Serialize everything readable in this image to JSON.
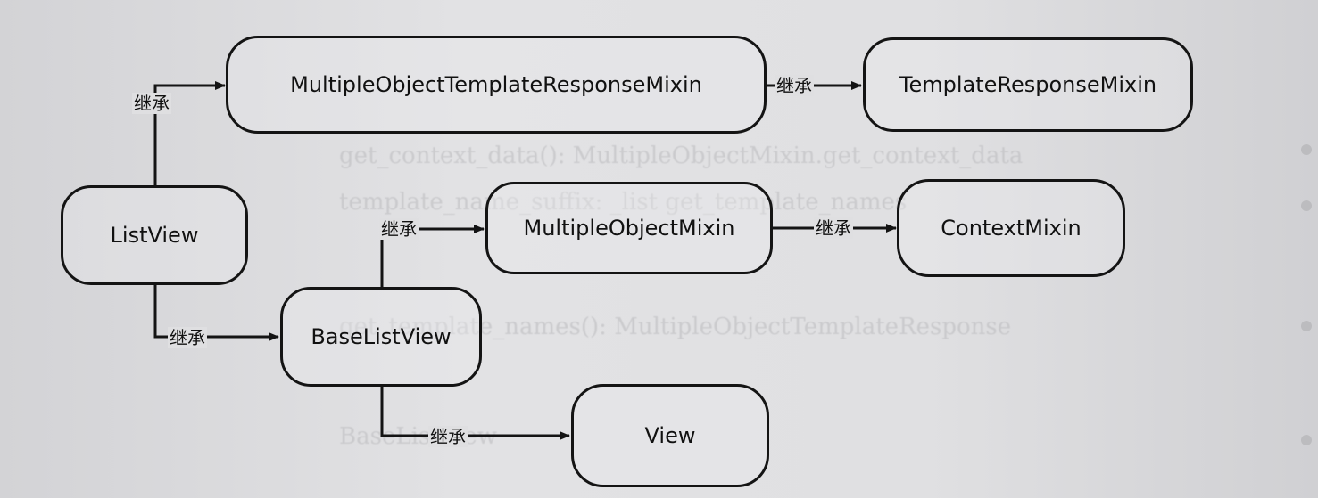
{
  "nodes": {
    "list_view": "ListView",
    "multiple_object_template_response_mixin": "MultipleObjectTemplateResponseMixin",
    "template_response_mixin": "TemplateResponseMixin",
    "base_list_view": "BaseListView",
    "multiple_object_mixin": "MultipleObjectMixin",
    "context_mixin": "ContextMixin",
    "view": "View"
  },
  "edge_label": "继承",
  "edges": [
    {
      "from": "ListView",
      "to": "MultipleObjectTemplateResponseMixin",
      "label": "继承"
    },
    {
      "from": "MultipleObjectTemplateResponseMixin",
      "to": "TemplateResponseMixin",
      "label": "继承"
    },
    {
      "from": "ListView",
      "to": "BaseListView",
      "label": "继承"
    },
    {
      "from": "BaseListView",
      "to": "MultipleObjectMixin",
      "label": "继承"
    },
    {
      "from": "MultipleObjectMixin",
      "to": "ContextMixin",
      "label": "继承"
    },
    {
      "from": "BaseListView",
      "to": "View",
      "label": "继承"
    }
  ],
  "colors": {
    "stroke": "#141414",
    "paper": "#dcdcde"
  }
}
